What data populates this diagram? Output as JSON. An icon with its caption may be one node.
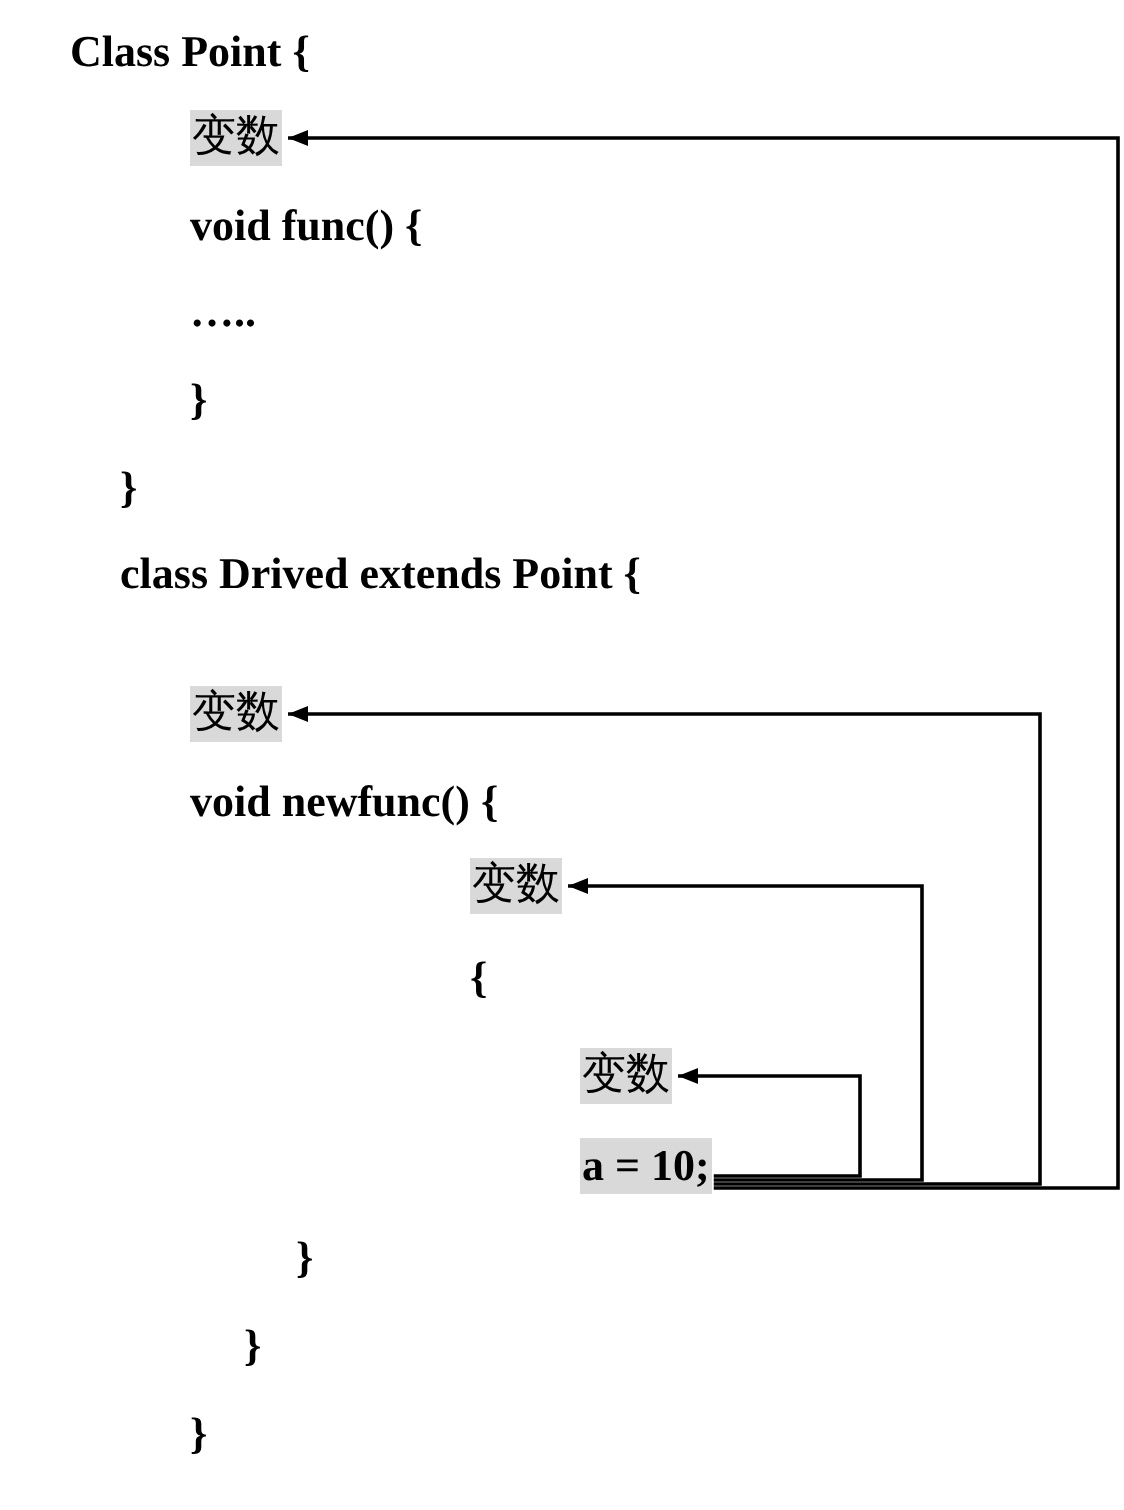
{
  "diagram": {
    "nodes": [
      {
        "text": [
          "变数"
        ]
      },
      {
        "text": [
          "变数"
        ]
      },
      {
        "text": [
          "变数"
        ]
      },
      {
        "text": [
          "变数"
        ]
      },
      {
        "text": [
          "a = 10;"
        ]
      }
    ],
    "edges": [
      {
        "from": 4,
        "to": 3,
        "arrow": "to"
      },
      {
        "from": 4,
        "to": 2,
        "arrow": "to"
      },
      {
        "from": 4,
        "to": 1,
        "arrow": "to"
      },
      {
        "from": 4,
        "to": 0,
        "arrow": "to"
      }
    ],
    "labels": [
      "Class Point {",
      "void func() {",
      "…..",
      "}",
      "}",
      "class Drived extends Point {",
      "void newfunc() {",
      "{",
      "}",
      "}",
      "}"
    ]
  }
}
